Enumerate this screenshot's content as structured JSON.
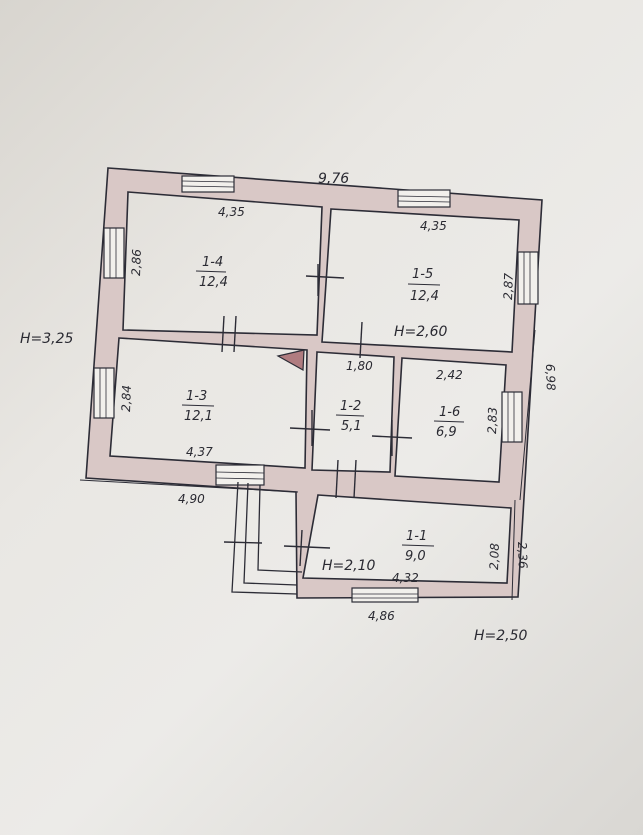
{
  "rooms": [
    {
      "id": "1-4",
      "area": "12,4"
    },
    {
      "id": "1-5",
      "area": "12,4"
    },
    {
      "id": "1-3",
      "area": "12,1"
    },
    {
      "id": "1-2",
      "area": "5,1"
    },
    {
      "id": "1-6",
      "area": "6,9"
    },
    {
      "id": "1-1",
      "area": "9,0"
    }
  ],
  "dimensions": {
    "overall_top": "9,76",
    "room_1_4_top": "4,35",
    "room_1_5_top": "4,35",
    "room_1_4_side": "2,86",
    "room_1_5_side": "2,87",
    "room_1_3_side": "2,84",
    "room_1_3_bottom": "4,37",
    "outer_left_bottom": "4,90",
    "room_1_2_top": "1,80",
    "room_1_6_top": "2,42",
    "room_1_6_side": "2,83",
    "overall_right": "6,98",
    "room_1_1_side": "2,08",
    "annex_right": "2,36",
    "room_1_1_bottom": "4,32",
    "annex_bottom": "4,86"
  },
  "heights": {
    "main": "H=3,25",
    "middle": "H=2,60",
    "porch": "H=2,10",
    "annex": "H=2,50"
  },
  "colors": {
    "wall_fill": "#d9c8c6",
    "line": "#2c2c36",
    "door_triangle": "#b07c80"
  }
}
